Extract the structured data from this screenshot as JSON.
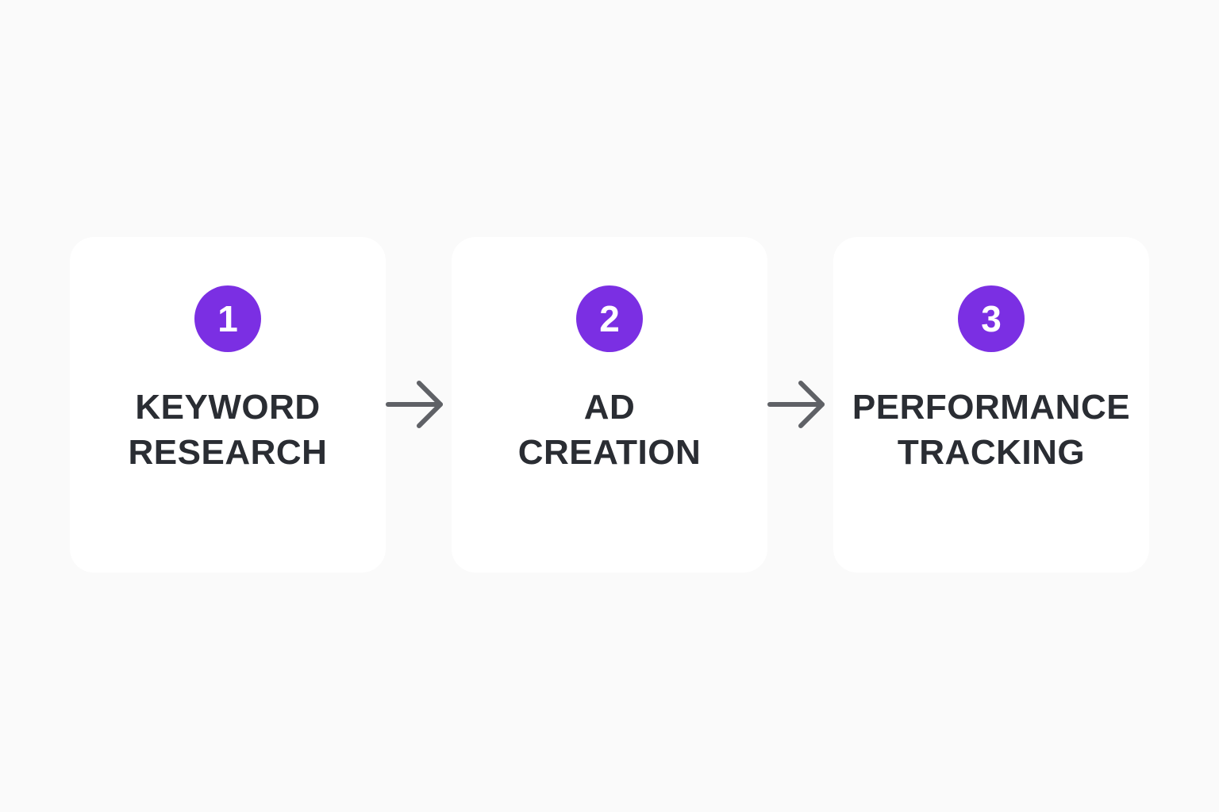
{
  "colors": {
    "background": "#fafafa",
    "card": "#ffffff",
    "badge": "#7b2fe3",
    "text": "#2a2d33",
    "arrow": "#5f6166"
  },
  "steps": [
    {
      "number": "1",
      "title_lines": [
        "KEYWORD",
        "RESEARCH"
      ]
    },
    {
      "number": "2",
      "title_lines": [
        "AD",
        "CREATION"
      ]
    },
    {
      "number": "3",
      "title_lines": [
        "PERFORMANCE",
        "TRACKING"
      ]
    }
  ],
  "connectors": [
    {
      "icon": "arrow-right-icon"
    },
    {
      "icon": "arrow-right-icon"
    }
  ]
}
